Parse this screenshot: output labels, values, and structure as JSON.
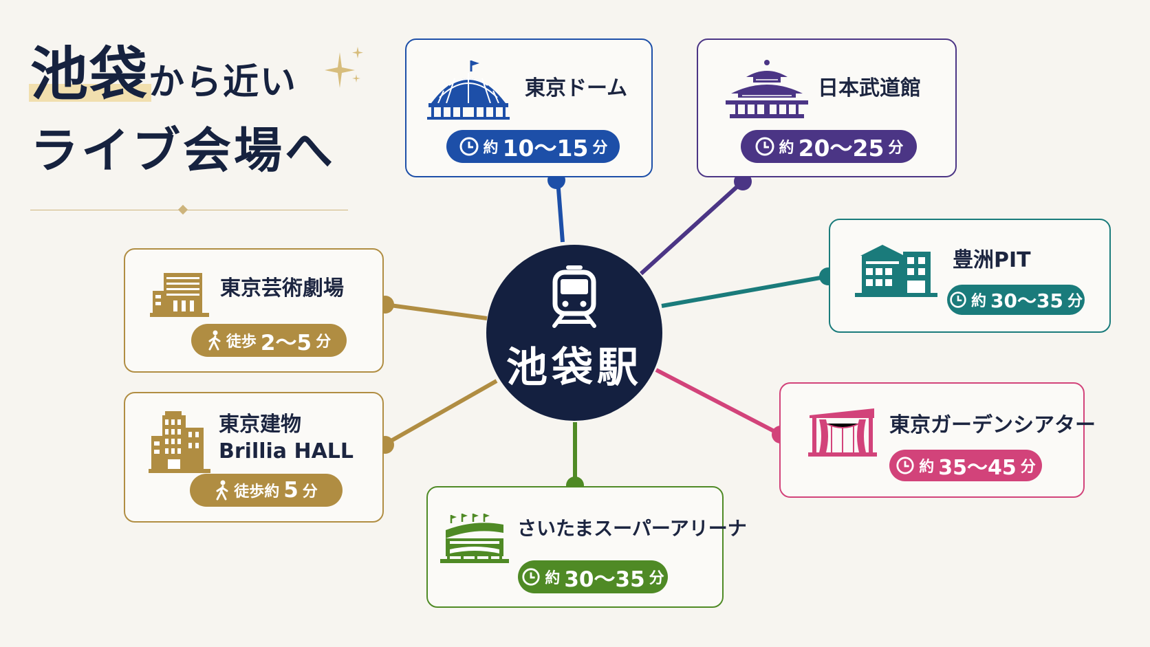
{
  "title": {
    "line1_big": "池袋",
    "line1_small": "から近い",
    "line2": "ライブ会場へ"
  },
  "hub": {
    "name": "池袋駅",
    "icon": "train-icon"
  },
  "venues": [
    {
      "key": "tokyo-dome",
      "name": "東京ドーム",
      "time_prefix": "約",
      "time": "10〜15",
      "time_unit": "分",
      "time_icon": "clock-icon",
      "color": "#1d4fa8",
      "icon": "dome-icon"
    },
    {
      "key": "budokan",
      "name": "日本武道館",
      "time_prefix": "約",
      "time": "20〜25",
      "time_unit": "分",
      "time_icon": "clock-icon",
      "color": "#4b3585",
      "icon": "pagoda-hall-icon"
    },
    {
      "key": "toyosu-pit",
      "name": "豊洲PIT",
      "time_prefix": "約",
      "time": "30〜35",
      "time_unit": "分",
      "time_icon": "clock-icon",
      "color": "#1a7b7b",
      "icon": "building-icon"
    },
    {
      "key": "garden-theater",
      "name": "東京ガーデンシアター",
      "time_prefix": "約",
      "time": "35〜45",
      "time_unit": "分",
      "time_icon": "clock-icon",
      "color": "#d2437a",
      "icon": "theater-stage-icon"
    },
    {
      "key": "saitama-arena",
      "name": "さいたまスーパーアリーナ",
      "time_prefix": "約",
      "time": "30〜35",
      "time_unit": "分",
      "time_icon": "clock-icon",
      "color": "#4f8a25",
      "icon": "arena-icon"
    },
    {
      "key": "brillia-hall",
      "name_line1": "東京建物",
      "name_line2": "Brillia HALL",
      "time_prefix": "徒歩約",
      "time": "5",
      "time_unit": "分",
      "time_icon": "walking-icon",
      "color": "#b08d42",
      "icon": "office-building-icon"
    },
    {
      "key": "geijutsu-gekijo",
      "name": "東京芸術劇場",
      "time_prefix": "徒歩",
      "time": "2〜5",
      "time_unit": "分",
      "time_icon": "walking-icon",
      "color": "#b08d42",
      "icon": "theater-building-icon"
    }
  ]
}
